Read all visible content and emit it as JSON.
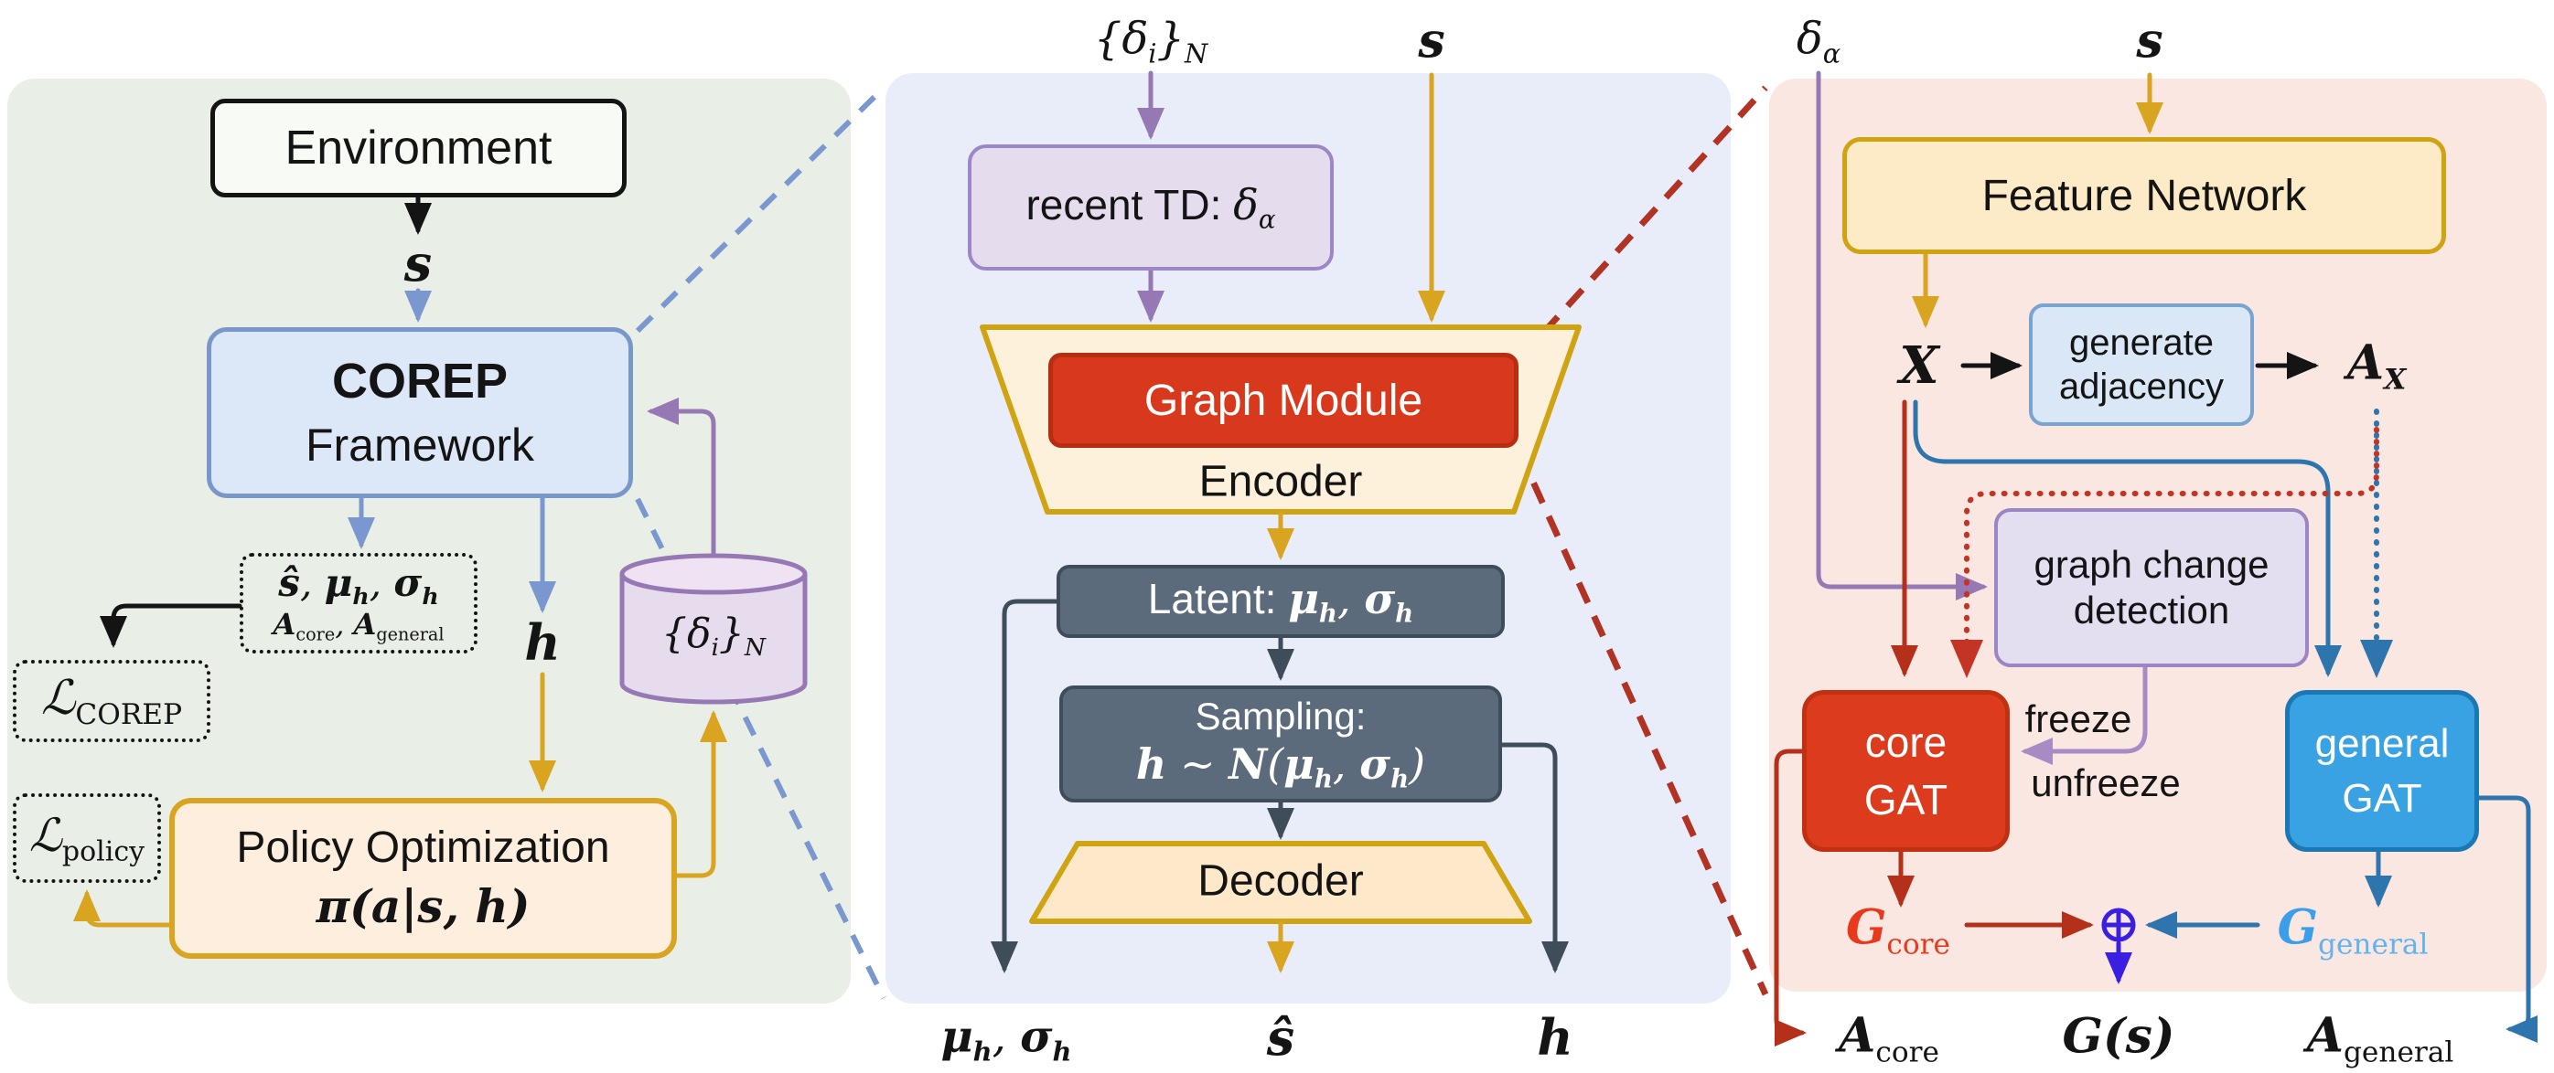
{
  "left_panel": {
    "environment": "Environment",
    "s_label": [
      {
        "t": "s",
        "m": true,
        "b": true
      }
    ],
    "corep_line1": "COREP",
    "corep_line2": "Framework",
    "params_line1": [
      {
        "t": "ŝ",
        "m": true,
        "b": true
      },
      {
        "t": ", ",
        "m": true
      },
      {
        "t": "μ",
        "m": true,
        "b": true
      },
      {
        "t": "h",
        "m": true,
        "s": true,
        "b": true
      },
      {
        "t": ", ",
        "m": true
      },
      {
        "t": "σ",
        "m": true,
        "b": true
      },
      {
        "t": "h",
        "m": true,
        "s": true,
        "b": true
      }
    ],
    "params_line2": [
      {
        "t": "A",
        "m": true,
        "b": true
      },
      {
        "t": "core",
        "s": true
      },
      {
        "t": ", ",
        "m": true
      },
      {
        "t": "A",
        "m": true,
        "b": true
      },
      {
        "t": "general",
        "s": true
      }
    ],
    "loss_corep": [
      {
        "t": "ℒ",
        "m": true
      },
      {
        "t": "COREP",
        "s": true
      }
    ],
    "loss_policy": [
      {
        "t": "ℒ",
        "m": true
      },
      {
        "t": "policy",
        "s": true
      }
    ],
    "policy_line1": "Policy Optimization",
    "policy_line2": [
      {
        "t": "π(a|s, h)",
        "m": true,
        "b": true
      }
    ],
    "h_label": [
      {
        "t": "h",
        "m": true,
        "b": true
      }
    ],
    "buffer_label": [
      {
        "t": "{",
        "m": true
      },
      {
        "t": "δ",
        "m": true
      },
      {
        "t": "i",
        "m": true,
        "s": true
      },
      {
        "t": "}",
        "m": true
      },
      {
        "t": "N",
        "m": true,
        "s": true
      }
    ]
  },
  "middle_panel": {
    "buffer_label": [
      {
        "t": "{",
        "m": true
      },
      {
        "t": "δ",
        "m": true
      },
      {
        "t": "i",
        "m": true,
        "s": true
      },
      {
        "t": "}",
        "m": true
      },
      {
        "t": "N",
        "m": true,
        "s": true
      }
    ],
    "s_label": [
      {
        "t": "s",
        "m": true,
        "b": true
      }
    ],
    "recent_td": [
      {
        "t": "recent TD: "
      },
      {
        "t": "δ",
        "m": true
      },
      {
        "t": "α",
        "m": true,
        "s": true
      }
    ],
    "graph_module": "Graph Module",
    "encoder": "Encoder",
    "latent": [
      {
        "t": "Latent: "
      },
      {
        "t": "μ",
        "m": true,
        "b": true
      },
      {
        "t": "h",
        "m": true,
        "s": true,
        "b": true
      },
      {
        "t": ", ",
        "m": true
      },
      {
        "t": "σ",
        "m": true,
        "b": true
      },
      {
        "t": "h",
        "m": true,
        "s": true,
        "b": true
      }
    ],
    "sampling_line1": "Sampling:",
    "sampling_line2": [
      {
        "t": "h",
        "m": true,
        "b": true
      },
      {
        "t": " ~ ",
        "m": true
      },
      {
        "t": "N",
        "m": true,
        "b": true
      },
      {
        "t": "(",
        "m": true
      },
      {
        "t": "μ",
        "m": true,
        "b": true
      },
      {
        "t": "h",
        "m": true,
        "s": true,
        "b": true
      },
      {
        "t": ", ",
        "m": true
      },
      {
        "t": "σ",
        "m": true,
        "b": true
      },
      {
        "t": "h",
        "m": true,
        "s": true,
        "b": true
      },
      {
        "t": ")",
        "m": true
      }
    ],
    "decoder": "Decoder",
    "out_musigma": [
      {
        "t": "μ",
        "m": true,
        "b": true
      },
      {
        "t": "h",
        "m": true,
        "s": true,
        "b": true
      },
      {
        "t": ", ",
        "m": true
      },
      {
        "t": "σ",
        "m": true,
        "b": true
      },
      {
        "t": "h",
        "m": true,
        "s": true,
        "b": true
      }
    ],
    "out_shat": [
      {
        "t": "ŝ",
        "m": true,
        "b": true
      }
    ],
    "out_h": [
      {
        "t": "h",
        "m": true,
        "b": true
      }
    ]
  },
  "right_panel": {
    "delta_alpha": [
      {
        "t": "δ",
        "m": true
      },
      {
        "t": "α",
        "m": true,
        "s": true
      }
    ],
    "s_label": [
      {
        "t": "s",
        "m": true,
        "b": true
      }
    ],
    "feature_network": "Feature Network",
    "x_label": [
      {
        "t": "X",
        "m": true,
        "b": true
      }
    ],
    "generate_line1": "generate",
    "generate_line2": "adjacency",
    "ax_label": [
      {
        "t": "A",
        "m": true,
        "b": true
      },
      {
        "t": "X",
        "m": true,
        "b": true,
        "s": true
      }
    ],
    "gcd_line1": "graph change",
    "gcd_line2": "detection",
    "core_gat_line1": "core",
    "core_gat_line2": "GAT",
    "general_gat_line1": "general",
    "general_gat_line2": "GAT",
    "freeze": "freeze",
    "unfreeze": "unfreeze",
    "g_core": [
      {
        "t": "G",
        "m": true,
        "b": true
      },
      {
        "t": "core",
        "s": true
      }
    ],
    "g_general": [
      {
        "t": "G",
        "m": true,
        "b": true,
        "c": "#3b9ee8"
      },
      {
        "t": "general",
        "s": true,
        "c": "#62b4ee"
      }
    ],
    "g_s": [
      {
        "t": "G(s)",
        "m": true,
        "b": true
      }
    ],
    "a_core": [
      {
        "t": "A",
        "m": true,
        "b": true
      },
      {
        "t": "core",
        "s": true
      }
    ],
    "a_general": [
      {
        "t": "A",
        "m": true,
        "b": true
      },
      {
        "t": "general",
        "s": true
      }
    ]
  },
  "colors": {
    "left_panel_bg": "#e9efe6",
    "middle_panel_bg": "#e8edf9",
    "right_panel_bg": "#fae7e2",
    "corep_box": "#dce7f8",
    "corep_border": "#7a97c9",
    "gold": "#d9a420",
    "blue_arrow": "#7b97cf",
    "purple": "#9678b5",
    "cream": "#fdf1dc",
    "graph_module_red": "#d8391d",
    "slate_box": "#5c6b7c",
    "core_gat_red": "#dc3b1d",
    "general_gat_blue": "#38a2e2",
    "dark_red_line": "#b5301a",
    "medium_blue_line": "#2e74ad",
    "violet_oplus": "#3a1fe0",
    "lavender_arrow": "#a88bc4",
    "dashed_blue": "#7b97cf",
    "dashed_red": "#b03324",
    "g_core_text": "#e8391d",
    "g_general_text": "#3b9ee8"
  }
}
